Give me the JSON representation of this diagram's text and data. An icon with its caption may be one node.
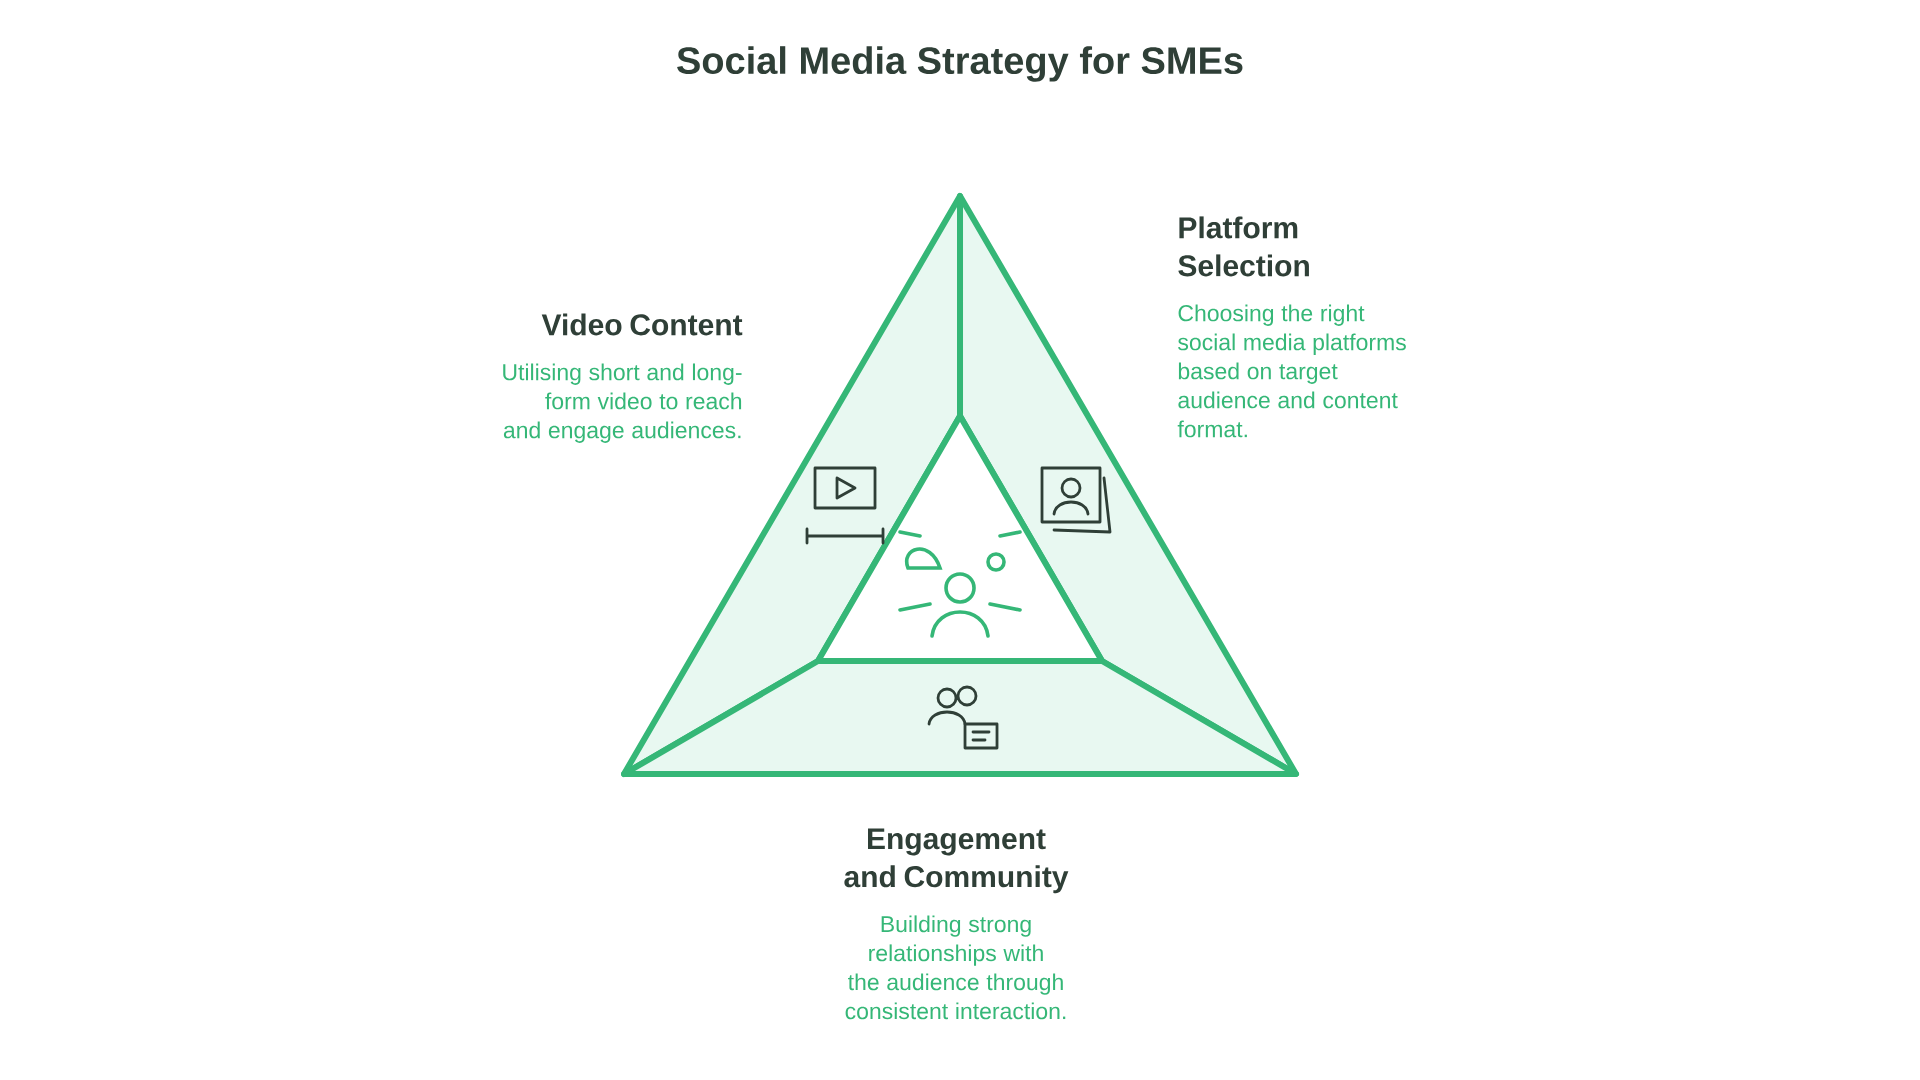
{
  "diagram": {
    "title": "Social Media Strategy for SMEs",
    "nodes": [
      {
        "text": [
          "Video Content",
          "Utilising short and long-form video to reach and engage audiences."
        ]
      },
      {
        "text": [
          "Platform Selection",
          "Choosing the right social media platforms based on target audience and content format."
        ]
      },
      {
        "text": [
          "Engagement and Community",
          "Building strong relationships with the audience through consistent interaction."
        ]
      },
      {
        "text": [],
        "shape": "triangle"
      }
    ]
  }
}
